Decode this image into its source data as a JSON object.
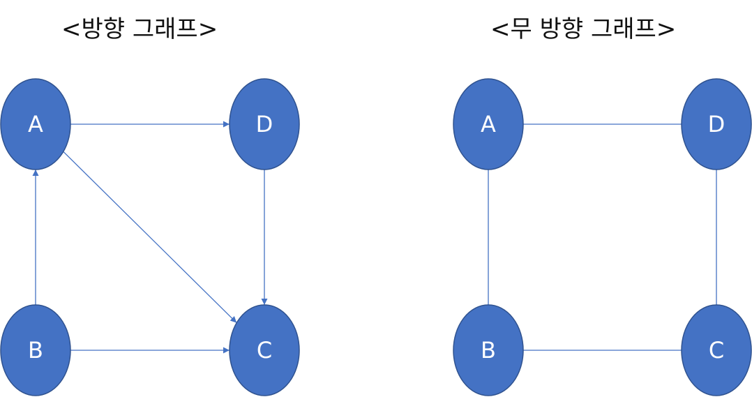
{
  "directed": {
    "title": "<방향 그래프>",
    "nodes": [
      {
        "id": "A",
        "label": "A"
      },
      {
        "id": "D",
        "label": "D"
      },
      {
        "id": "B",
        "label": "B"
      },
      {
        "id": "C",
        "label": "C"
      }
    ],
    "edges": [
      {
        "from": "A",
        "to": "D"
      },
      {
        "from": "D",
        "to": "C"
      },
      {
        "from": "B",
        "to": "A"
      },
      {
        "from": "B",
        "to": "C"
      },
      {
        "from": "A",
        "to": "C"
      }
    ]
  },
  "undirected": {
    "title": "<무 방향 그래프>",
    "nodes": [
      {
        "id": "A",
        "label": "A"
      },
      {
        "id": "D",
        "label": "D"
      },
      {
        "id": "B",
        "label": "B"
      },
      {
        "id": "C",
        "label": "C"
      }
    ],
    "edges": [
      {
        "from": "A",
        "to": "D"
      },
      {
        "from": "D",
        "to": "C"
      },
      {
        "from": "A",
        "to": "B"
      },
      {
        "from": "B",
        "to": "C"
      }
    ]
  },
  "colors": {
    "node_fill": "#4472C4",
    "node_stroke": "#2F528F",
    "edge": "#4472C4",
    "label": "#FFFFFF"
  }
}
